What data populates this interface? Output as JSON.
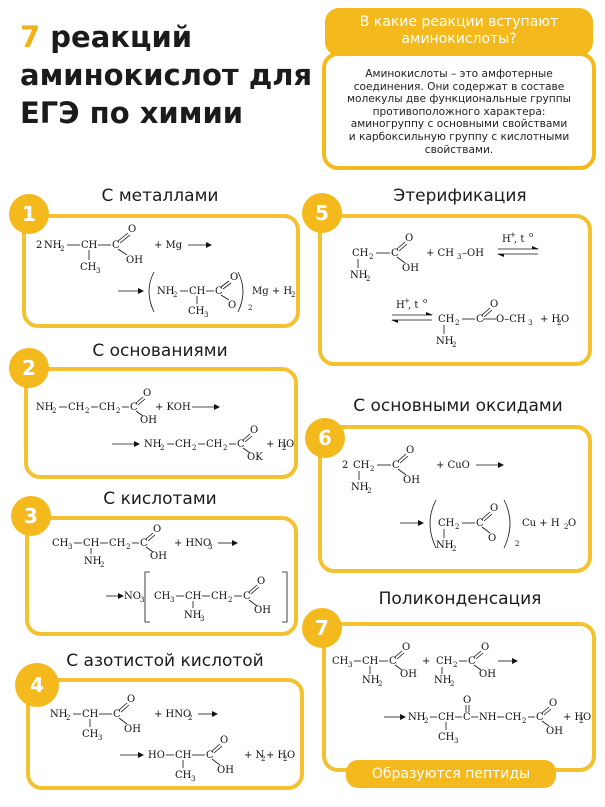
{
  "title": {
    "number": "7",
    "line1": " реакций",
    "line2": "аминокислот для",
    "line3": "ЕГЭ по химии"
  },
  "question": {
    "line1": "В какие реакции вступают",
    "line2": "аминокислоты?"
  },
  "answer": {
    "lines": [
      "Аминокислоты – это амфотерные",
      "соединения. Они содержат в составе",
      "молекулы две функциональные группы",
      "противоположного характера:",
      "аминогруппу с основными свойствами",
      "и карбоксильную группу с кислотными",
      "свойствами."
    ]
  },
  "sections": [
    {
      "number": "1",
      "title": "С металлами"
    },
    {
      "number": "2",
      "title": "С основаниями"
    },
    {
      "number": "3",
      "title": "С кислотами"
    },
    {
      "number": "4",
      "title": "С азотистой кислотой"
    },
    {
      "number": "5",
      "title": "Этерификация"
    },
    {
      "number": "6",
      "title": "С основными оксидами"
    },
    {
      "number": "7",
      "title": "Поликонденсация"
    }
  ],
  "chem": {
    "two": "2",
    "nh2": "NH",
    "sub2": "2",
    "ch": "CH",
    "ch2": "CH",
    "ch3": "CH",
    "sub3": "3",
    "c": "C",
    "o": "O",
    "oh": "OH",
    "ok": "OK",
    "nh": "NH",
    "mg": "+ Mg",
    "mg_prod": "Mg + H",
    "koh": "+ KOH",
    "h2o": "+ H",
    "h2o_o": "O",
    "hno3": "+ HNO",
    "no3": "NO",
    "hno2": "+ HNO",
    "n2": "+ N",
    "ho": "HO",
    "ch3oh": "+ CH",
    "ch3oh_tail": "–OH",
    "och3": "O–CH",
    "cuo": "+ CuO",
    "cu": "Cu + H",
    "cond": "H",
    "cond_sup": "+",
    "cond_t": ", t",
    "cond_deg": "o",
    "plus": "+",
    "h2o_full": "+ H"
  },
  "footer": {
    "pill": "Образуются пептиды"
  }
}
